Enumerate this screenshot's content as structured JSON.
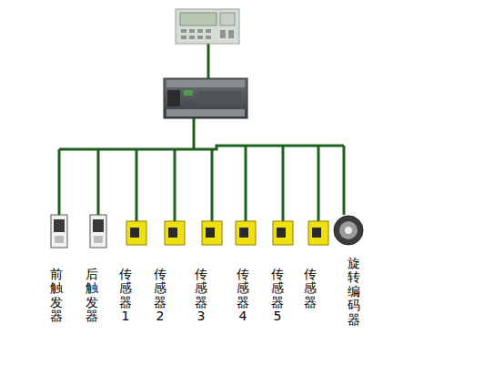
{
  "diagram": {
    "labels": [
      "前触发器",
      "后触发器",
      "传感器1",
      "传感器2",
      "传感器3",
      "传感器4",
      "传感器5",
      "传感器",
      "旋转编码器"
    ]
  }
}
